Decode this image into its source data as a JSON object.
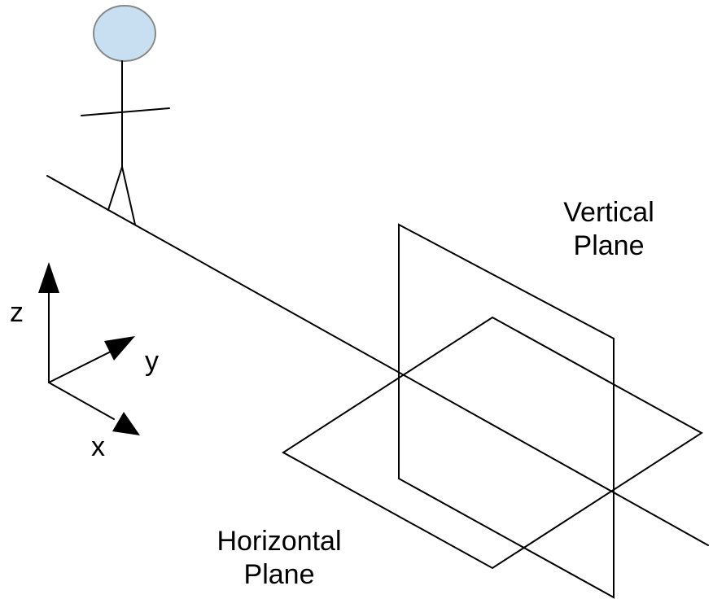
{
  "labels": {
    "vertical_plane": [
      "Vertical",
      "Plane"
    ],
    "horizontal_plane": [
      "Horizontal",
      "Plane"
    ],
    "axis_z": "z",
    "axis_y": "y",
    "axis_x": "x"
  },
  "colors": {
    "line": "#000000",
    "head_fill": "#c7dff0",
    "head_stroke": "#888888",
    "background": "#ffffff"
  }
}
